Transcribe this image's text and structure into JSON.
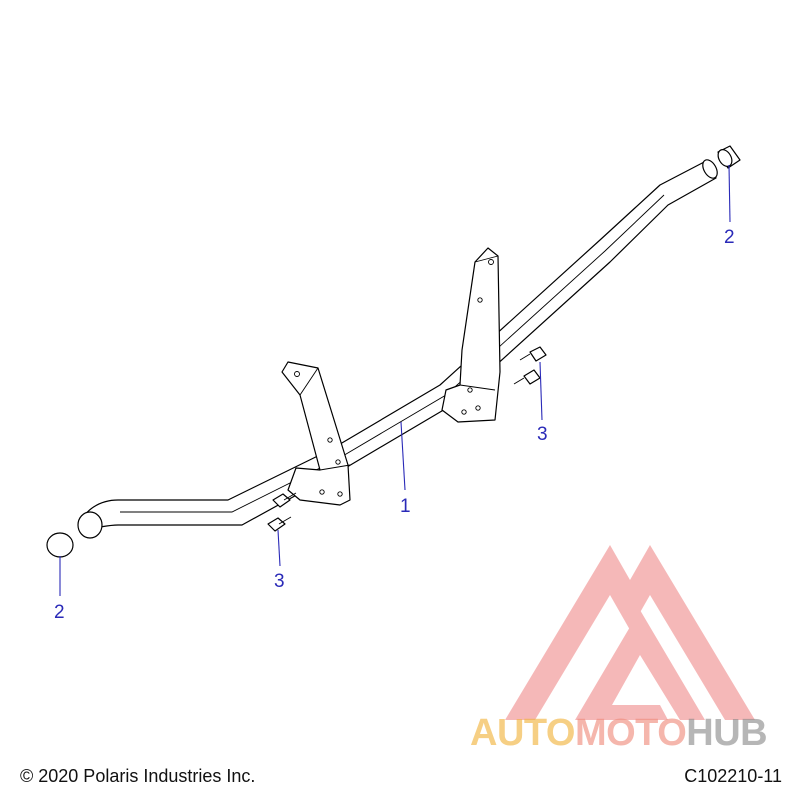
{
  "diagram": {
    "callouts": {
      "tube": "1",
      "plug_right": "2",
      "plug_left": "2",
      "bolts_right": "3",
      "bolts_left": "3"
    }
  },
  "footer": {
    "copyright": "© 2020 Polaris Industries Inc.",
    "figure_code": "C102210-11"
  },
  "watermark": {
    "brand_auto": "AUTO",
    "brand_moto": "MOTO",
    "brand_hub": "HUB",
    "colors": {
      "triangle": "#f08a8a",
      "auto": "#f2b23a",
      "moto": "#ef8a7a",
      "hub": "#8a8a8a"
    }
  },
  "colors": {
    "callout_text": "#2a2ab8",
    "line_art": "#000000",
    "background": "#ffffff"
  }
}
